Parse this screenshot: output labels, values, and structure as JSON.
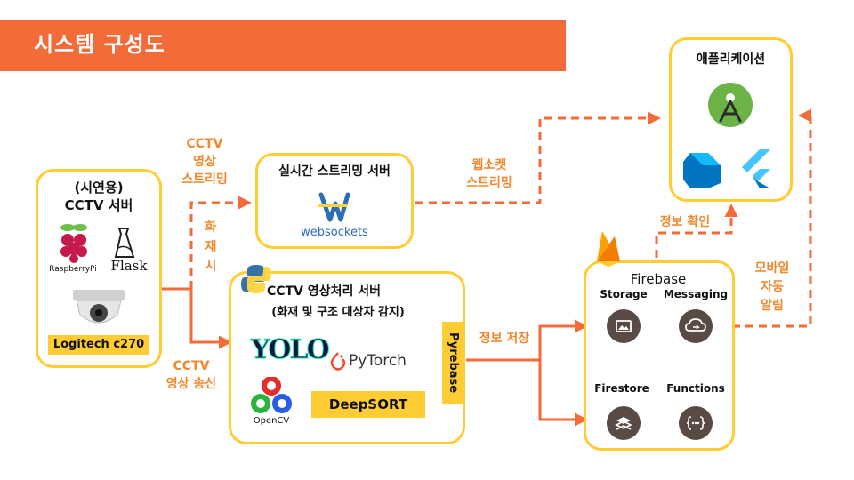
{
  "title": "시스템 구성도",
  "colors": {
    "accent": "#F26B38",
    "box_border": "#FFCC33",
    "label": "#F0882C",
    "circle": "#5A4A44"
  },
  "cctv_server": {
    "title_line1": "(시연용)",
    "title_line2": "CCTV 서버",
    "raspberry_label": "RaspberryPi",
    "flask_label": "Flask",
    "camera_label": "Logitech c270"
  },
  "streaming_server": {
    "title": "실시간 스트리밍 서버",
    "logo_text": "websockets"
  },
  "processing_server": {
    "title_line1": "CCTV 영상처리 서버",
    "title_line2": "(화재 및 구조 대상자 감지)",
    "yolo_text": "YOLO",
    "pytorch_text": "PyTorch",
    "opencv_text": "OpenCV",
    "deepsort_label": "DeepSORT",
    "pyrebase_label": "Pyrebase"
  },
  "application": {
    "title": "애플리케이션",
    "icons": [
      "android-studio-icon",
      "dart-icon",
      "flutter-icon"
    ]
  },
  "firebase": {
    "title": "Firebase",
    "storage_label": "Storage",
    "messaging_label": "Messaging",
    "firestore_label": "Firestore",
    "functions_label": "Functions"
  },
  "arrow_labels": {
    "cctv_stream": [
      "CCTV",
      "영상",
      "스트리밍"
    ],
    "on_fire": [
      "화",
      "재",
      "시"
    ],
    "cctv_send": [
      "CCTV",
      "영상 송신"
    ],
    "websocket_stream": [
      "웹소켓",
      "스트리밍"
    ],
    "save_info": "정보 저장",
    "check_info": "정보 확인",
    "mobile_alert": [
      "모바일",
      "자동",
      "알림"
    ]
  }
}
